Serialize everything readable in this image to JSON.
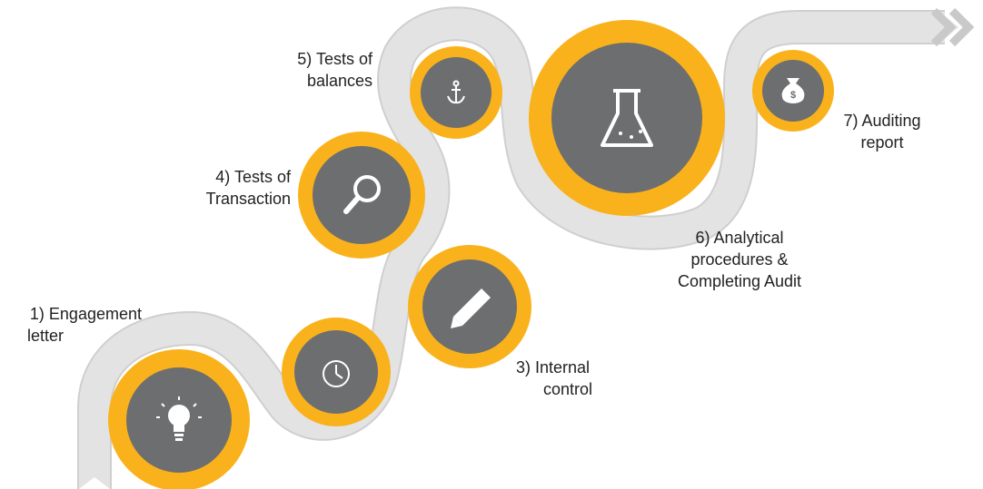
{
  "colors": {
    "road": "#e3e3e3",
    "road_edge": "#cfcfcf",
    "ring": "#f9b21b",
    "disc": "#6d6e70",
    "icon": "#ffffff",
    "arrow": "#cfcfcf"
  },
  "steps": [
    {
      "line1": "1) Engagement",
      "line2": "letter",
      "icon": "lightbulb-icon"
    },
    {
      "line1": "",
      "line2": "",
      "icon": "clock-icon"
    },
    {
      "line1": "3) Internal",
      "line2": "control",
      "icon": "pencil-icon"
    },
    {
      "line1": "4) Tests of",
      "line2": "Transaction",
      "icon": "magnifier-icon"
    },
    {
      "line1": "5) Tests of",
      "line2": "balances",
      "icon": "anchor-icon"
    },
    {
      "line1": "6) Analytical",
      "line2": "procedures &",
      "line3": "Completing Audit",
      "icon": "flask-icon"
    },
    {
      "line1": "7) Auditing",
      "line2": "report",
      "icon": "money-bag-icon"
    }
  ],
  "end_marker": {
    "icon": "double-chevron-right-icon"
  }
}
